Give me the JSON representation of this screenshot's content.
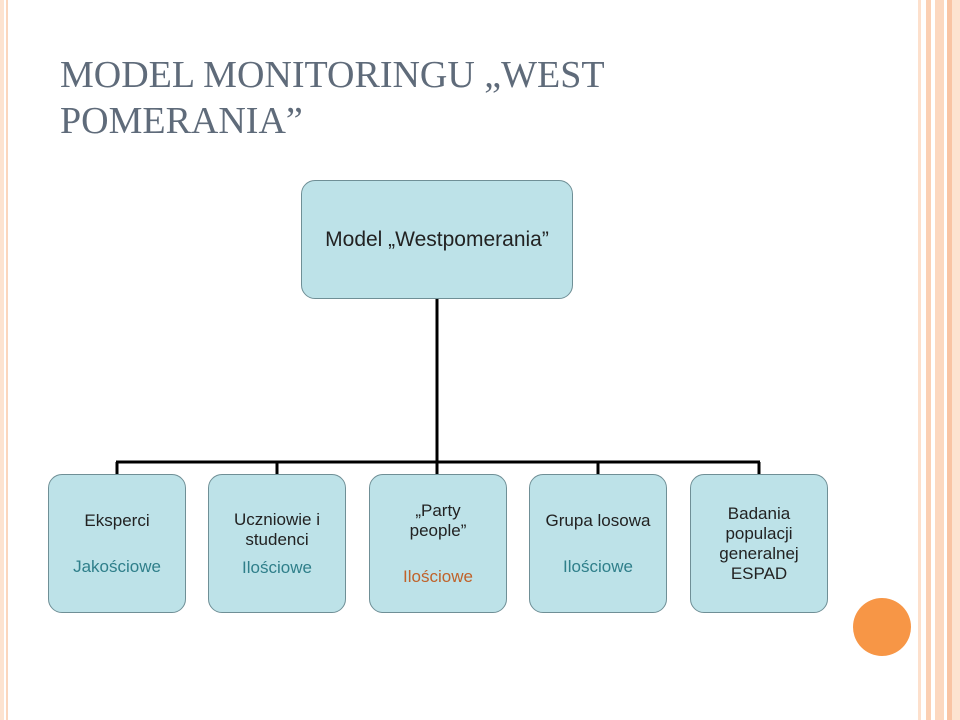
{
  "title": "MODEL MONITORINGU „WEST POMERANIA”",
  "diagram": {
    "root": {
      "label": "Model „Westpomerania”"
    },
    "children": [
      {
        "label": "Eksperci",
        "sublabel": "Jakościowe"
      },
      {
        "label": "Uczniowie i studenci",
        "sublabel": "Ilościowe"
      },
      {
        "label": "„Party people”",
        "sublabel": "Ilościowe"
      },
      {
        "label": "Grupa losowa",
        "sublabel": "Ilościowe"
      },
      {
        "label": "Badania populacji generalnej ESPAD",
        "sublabel": ""
      }
    ]
  },
  "colors": {
    "node_fill": "#bde2e8",
    "node_border": "#6f8f96",
    "connector": "#000000",
    "title": "#5f6b7a",
    "sub_teal": "#2f7f8a",
    "sub_orange": "#c0622a",
    "accent_dot": "#f79646"
  }
}
